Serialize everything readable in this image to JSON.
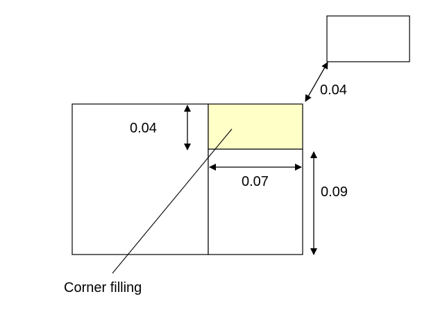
{
  "diagram": {
    "labels": {
      "gap_diagonal": "0.04",
      "filling_height": "0.04",
      "filling_width": "0.07",
      "lower_height": "0.09",
      "callout": "Corner filling"
    },
    "colors": {
      "filling": "#ffffc8",
      "stroke": "#000000",
      "background": "#ffffff"
    }
  }
}
